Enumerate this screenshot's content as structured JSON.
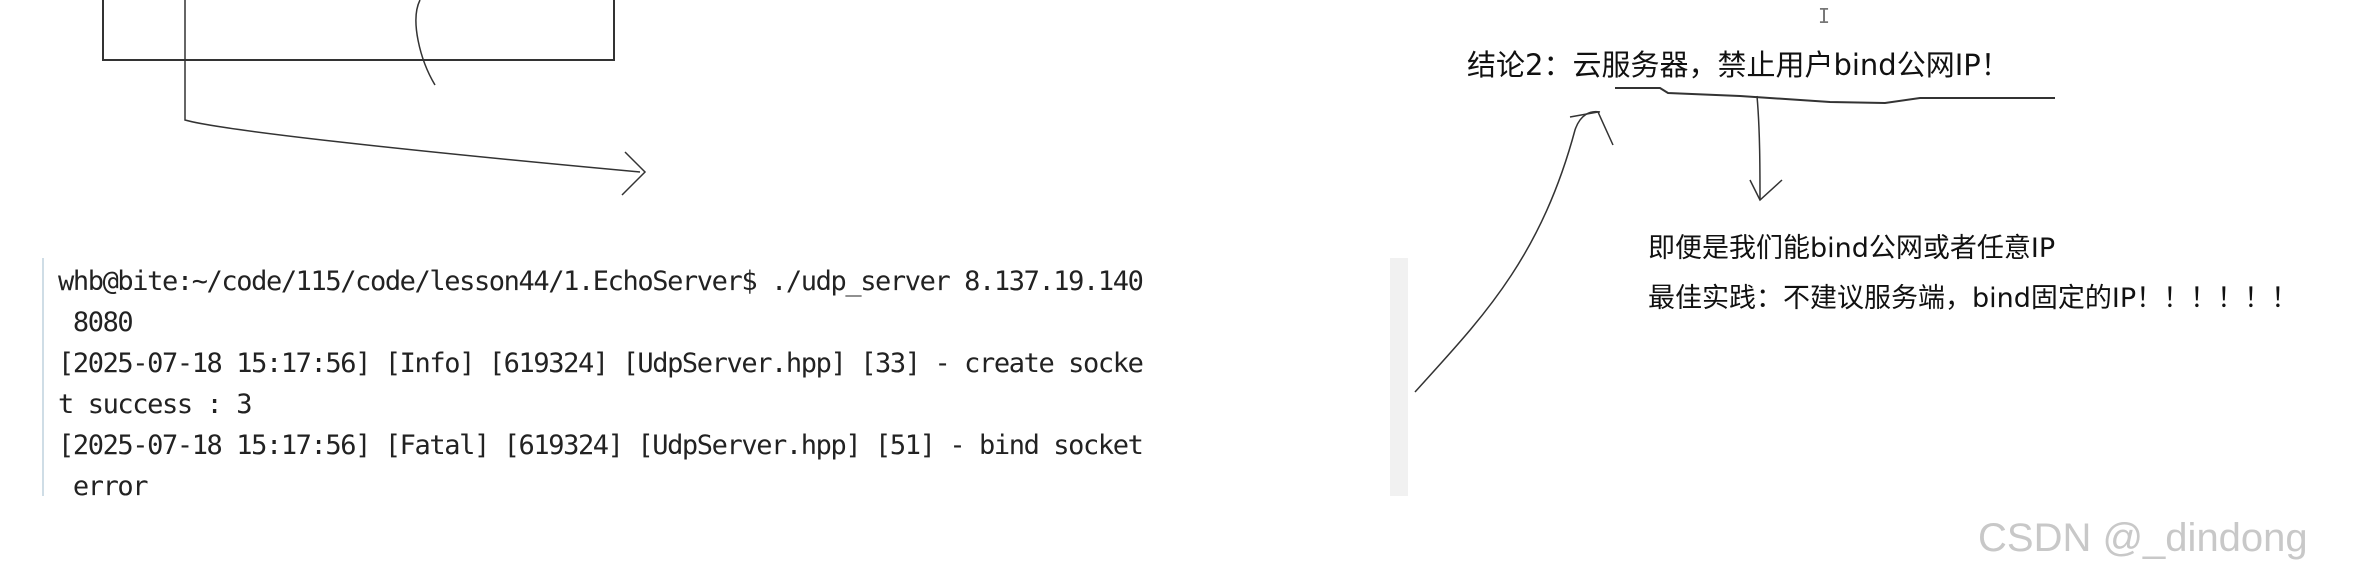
{
  "terminal": {
    "lines": [
      "whb@bite:~/code/115/code/lesson44/1.EchoServer$ ./udp_server 8.137.19.140",
      " 8080",
      "[2025-07-18 15:17:56] [Info] [619324] [UdpServer.hpp] [33] - create socke",
      "t success : 3",
      "[2025-07-18 15:17:56] [Fatal] [619324] [UdpServer.hpp] [51] - bind socket",
      " error"
    ]
  },
  "notes": {
    "conclusion": "结论2：云服务器，禁止用户bind公网IP！",
    "line1": "即便是我们能bind公网或者任意IP",
    "line2": "最佳实践：不建议服务端，bind固定的IP！！！！！！"
  },
  "watermark": "CSDN @_dindong",
  "cursor_icon": "text-cursor-icon"
}
